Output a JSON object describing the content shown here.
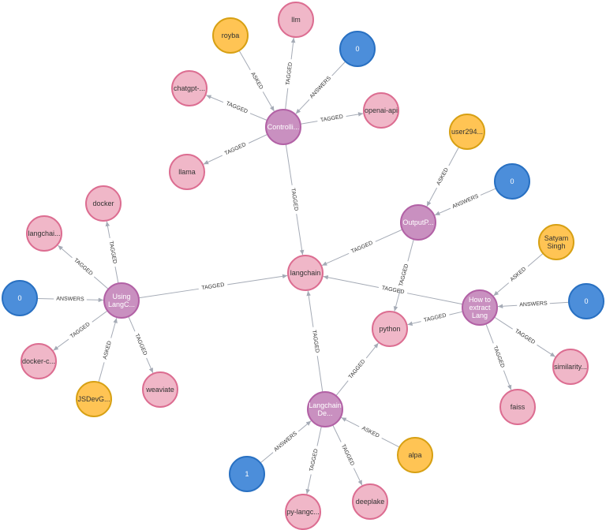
{
  "colors": {
    "Tag": {
      "fill": "#f0b7c8",
      "stroke": "#dc6d91",
      "text": "#333333"
    },
    "Question": {
      "fill": "#c990c0",
      "stroke": "#b261a5",
      "text": "#ffffff"
    },
    "User": {
      "fill": "#ffc454",
      "stroke": "#d7a013",
      "text": "#333333"
    },
    "Answer": {
      "fill": "#4c8eda",
      "stroke": "#2870c2",
      "text": "#ffffff"
    },
    "edge": "#a5abb6",
    "edge_label": "#333333"
  },
  "graph": {
    "nodes": [
      {
        "id": "q1",
        "type": "Question",
        "label": [
          "Controlli..."
        ]
      },
      {
        "id": "q2",
        "type": "Question",
        "label": [
          "OutputP..."
        ]
      },
      {
        "id": "q3",
        "type": "Question",
        "label": [
          "Using",
          "LangC..."
        ]
      },
      {
        "id": "q4",
        "type": "Question",
        "label": [
          "How to",
          "extract",
          "Lang"
        ]
      },
      {
        "id": "q5",
        "type": "Question",
        "label": [
          "Langchain",
          "De..."
        ]
      },
      {
        "id": "t_langchain",
        "type": "Tag",
        "label": [
          "langchain"
        ]
      },
      {
        "id": "t_llm",
        "type": "Tag",
        "label": [
          "llm"
        ]
      },
      {
        "id": "t_chatgpt",
        "type": "Tag",
        "label": [
          "chatgpt-..."
        ]
      },
      {
        "id": "t_openai",
        "type": "Tag",
        "label": [
          "openai-api"
        ]
      },
      {
        "id": "t_llama",
        "type": "Tag",
        "label": [
          "llama"
        ]
      },
      {
        "id": "t_docker",
        "type": "Tag",
        "label": [
          "docker"
        ]
      },
      {
        "id": "t_langchai",
        "type": "Tag",
        "label": [
          "langchai..."
        ]
      },
      {
        "id": "t_dockerc",
        "type": "Tag",
        "label": [
          "docker-c..."
        ]
      },
      {
        "id": "t_weaviate",
        "type": "Tag",
        "label": [
          "weaviate"
        ]
      },
      {
        "id": "t_python",
        "type": "Tag",
        "label": [
          "python"
        ]
      },
      {
        "id": "t_similarity",
        "type": "Tag",
        "label": [
          "similarity..."
        ]
      },
      {
        "id": "t_faiss",
        "type": "Tag",
        "label": [
          "faiss"
        ]
      },
      {
        "id": "t_pylangc",
        "type": "Tag",
        "label": [
          "py-langc..."
        ]
      },
      {
        "id": "t_deeplake",
        "type": "Tag",
        "label": [
          "deeplake"
        ]
      },
      {
        "id": "u_royba",
        "type": "User",
        "label": [
          "royba"
        ]
      },
      {
        "id": "u_user294",
        "type": "User",
        "label": [
          "user294..."
        ]
      },
      {
        "id": "u_satyam",
        "type": "User",
        "label": [
          "Satyam",
          "Singh"
        ]
      },
      {
        "id": "u_jsdev",
        "type": "User",
        "label": [
          "JSDevG..."
        ]
      },
      {
        "id": "u_alpa",
        "type": "User",
        "label": [
          "alpa"
        ]
      },
      {
        "id": "a_top",
        "type": "Answer",
        "label": [
          "0"
        ]
      },
      {
        "id": "a_right",
        "type": "Answer",
        "label": [
          "0"
        ]
      },
      {
        "id": "a_left",
        "type": "Answer",
        "label": [
          "0"
        ]
      },
      {
        "id": "a_far",
        "type": "Answer",
        "label": [
          "0"
        ]
      },
      {
        "id": "a_bottom",
        "type": "Answer",
        "label": [
          "1"
        ]
      }
    ],
    "edges": [
      {
        "from": "u_royba",
        "to": "q1",
        "label": "ASKED"
      },
      {
        "from": "q1",
        "to": "t_llm",
        "label": "TAGGED"
      },
      {
        "from": "a_top",
        "to": "q1",
        "label": "ANSWERS"
      },
      {
        "from": "q1",
        "to": "t_chatgpt",
        "label": "TAGGED"
      },
      {
        "from": "q1",
        "to": "t_openai",
        "label": "TAGGED"
      },
      {
        "from": "q1",
        "to": "t_llama",
        "label": "TAGGED"
      },
      {
        "from": "q1",
        "to": "t_langchain",
        "label": "TAGGED"
      },
      {
        "from": "u_user294",
        "to": "q2",
        "label": "ASKED"
      },
      {
        "from": "a_right",
        "to": "q2",
        "label": "ANSWERS"
      },
      {
        "from": "q2",
        "to": "t_langchain",
        "label": "TAGGED"
      },
      {
        "from": "q2",
        "to": "t_python",
        "label": "TAGGED"
      },
      {
        "from": "q3",
        "to": "t_docker",
        "label": "TAGGED"
      },
      {
        "from": "q3",
        "to": "t_langchai",
        "label": "TAGGED"
      },
      {
        "from": "a_left",
        "to": "q3",
        "label": "ANSWERS"
      },
      {
        "from": "q3",
        "to": "t_langchain",
        "label": "TAGGED"
      },
      {
        "from": "q3",
        "to": "t_dockerc",
        "label": "TAGGED"
      },
      {
        "from": "u_jsdev",
        "to": "q3",
        "label": "ASKED"
      },
      {
        "from": "q3",
        "to": "t_weaviate",
        "label": "TAGGED"
      },
      {
        "from": "u_satyam",
        "to": "q4",
        "label": "ASKED"
      },
      {
        "from": "a_far",
        "to": "q4",
        "label": "ANSWERS"
      },
      {
        "from": "q4",
        "to": "t_langchain",
        "label": "TAGGED"
      },
      {
        "from": "q4",
        "to": "t_python",
        "label": "TAGGED"
      },
      {
        "from": "q4",
        "to": "t_similarity",
        "label": "TAGGED"
      },
      {
        "from": "q4",
        "to": "t_faiss",
        "label": "TAGGED"
      },
      {
        "from": "q5",
        "to": "t_langchain",
        "label": "TAGGED"
      },
      {
        "from": "q5",
        "to": "t_python",
        "label": "TAGGED"
      },
      {
        "from": "a_bottom",
        "to": "q5",
        "label": "ANSWERS"
      },
      {
        "from": "u_alpa",
        "to": "q5",
        "label": "ASKED"
      },
      {
        "from": "q5",
        "to": "t_pylangc",
        "label": "TAGGED"
      },
      {
        "from": "q5",
        "to": "t_deeplake",
        "label": "TAGGED"
      }
    ]
  }
}
